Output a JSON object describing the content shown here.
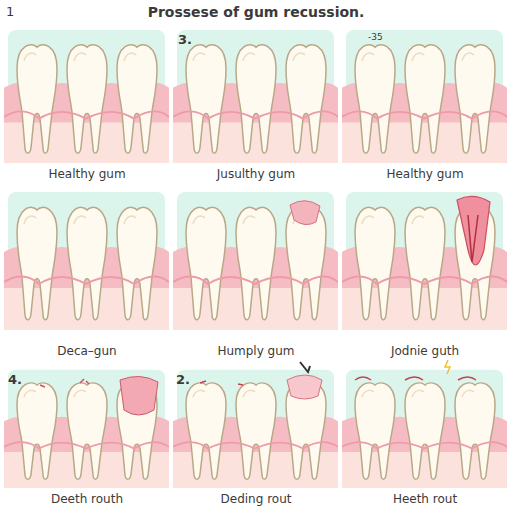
{
  "diagram": {
    "title": "Prossese of gum recussion.",
    "labels": [
      "1",
      "3.",
      "-35",
      "Healthy gum",
      "Jusulthy gum",
      "Healthy gum",
      "Deca–gun",
      "Humply gum",
      "Jodnie guth",
      "4.",
      "2.",
      "Deeth routh",
      "Deding rout",
      "Heeth rout"
    ]
  }
}
